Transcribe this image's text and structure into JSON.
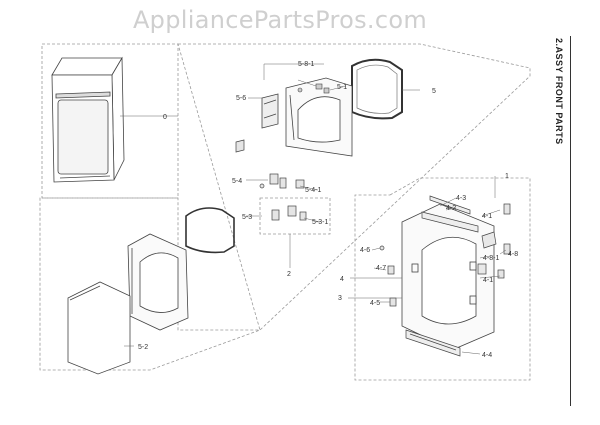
{
  "watermark": "AppliancePartsPros.com",
  "section_title": "2.ASSY FRONT PARTS",
  "callouts": {
    "c0": "0",
    "c5_8_1": "5-8-1",
    "c5_1": "5-1",
    "c5_6": "5-6",
    "c5": "5",
    "c5_4": "5-4",
    "c5_4_1": "5-4-1",
    "c5_3": "5-3",
    "c5_3_1": "5-3-1",
    "c2": "2",
    "c1": "1",
    "c4_3": "4-3",
    "c4_2": "4-2",
    "c4_1": "4-1",
    "c4_6": "4-6",
    "c4_8_1": "4-8-1",
    "c4_8": "4-8",
    "c4": "4",
    "c4_7": "4-7",
    "c4_1b": "4-1",
    "c3": "3",
    "c4_5": "4-5",
    "c5_2": "5-2",
    "c4_4": "4-4"
  }
}
